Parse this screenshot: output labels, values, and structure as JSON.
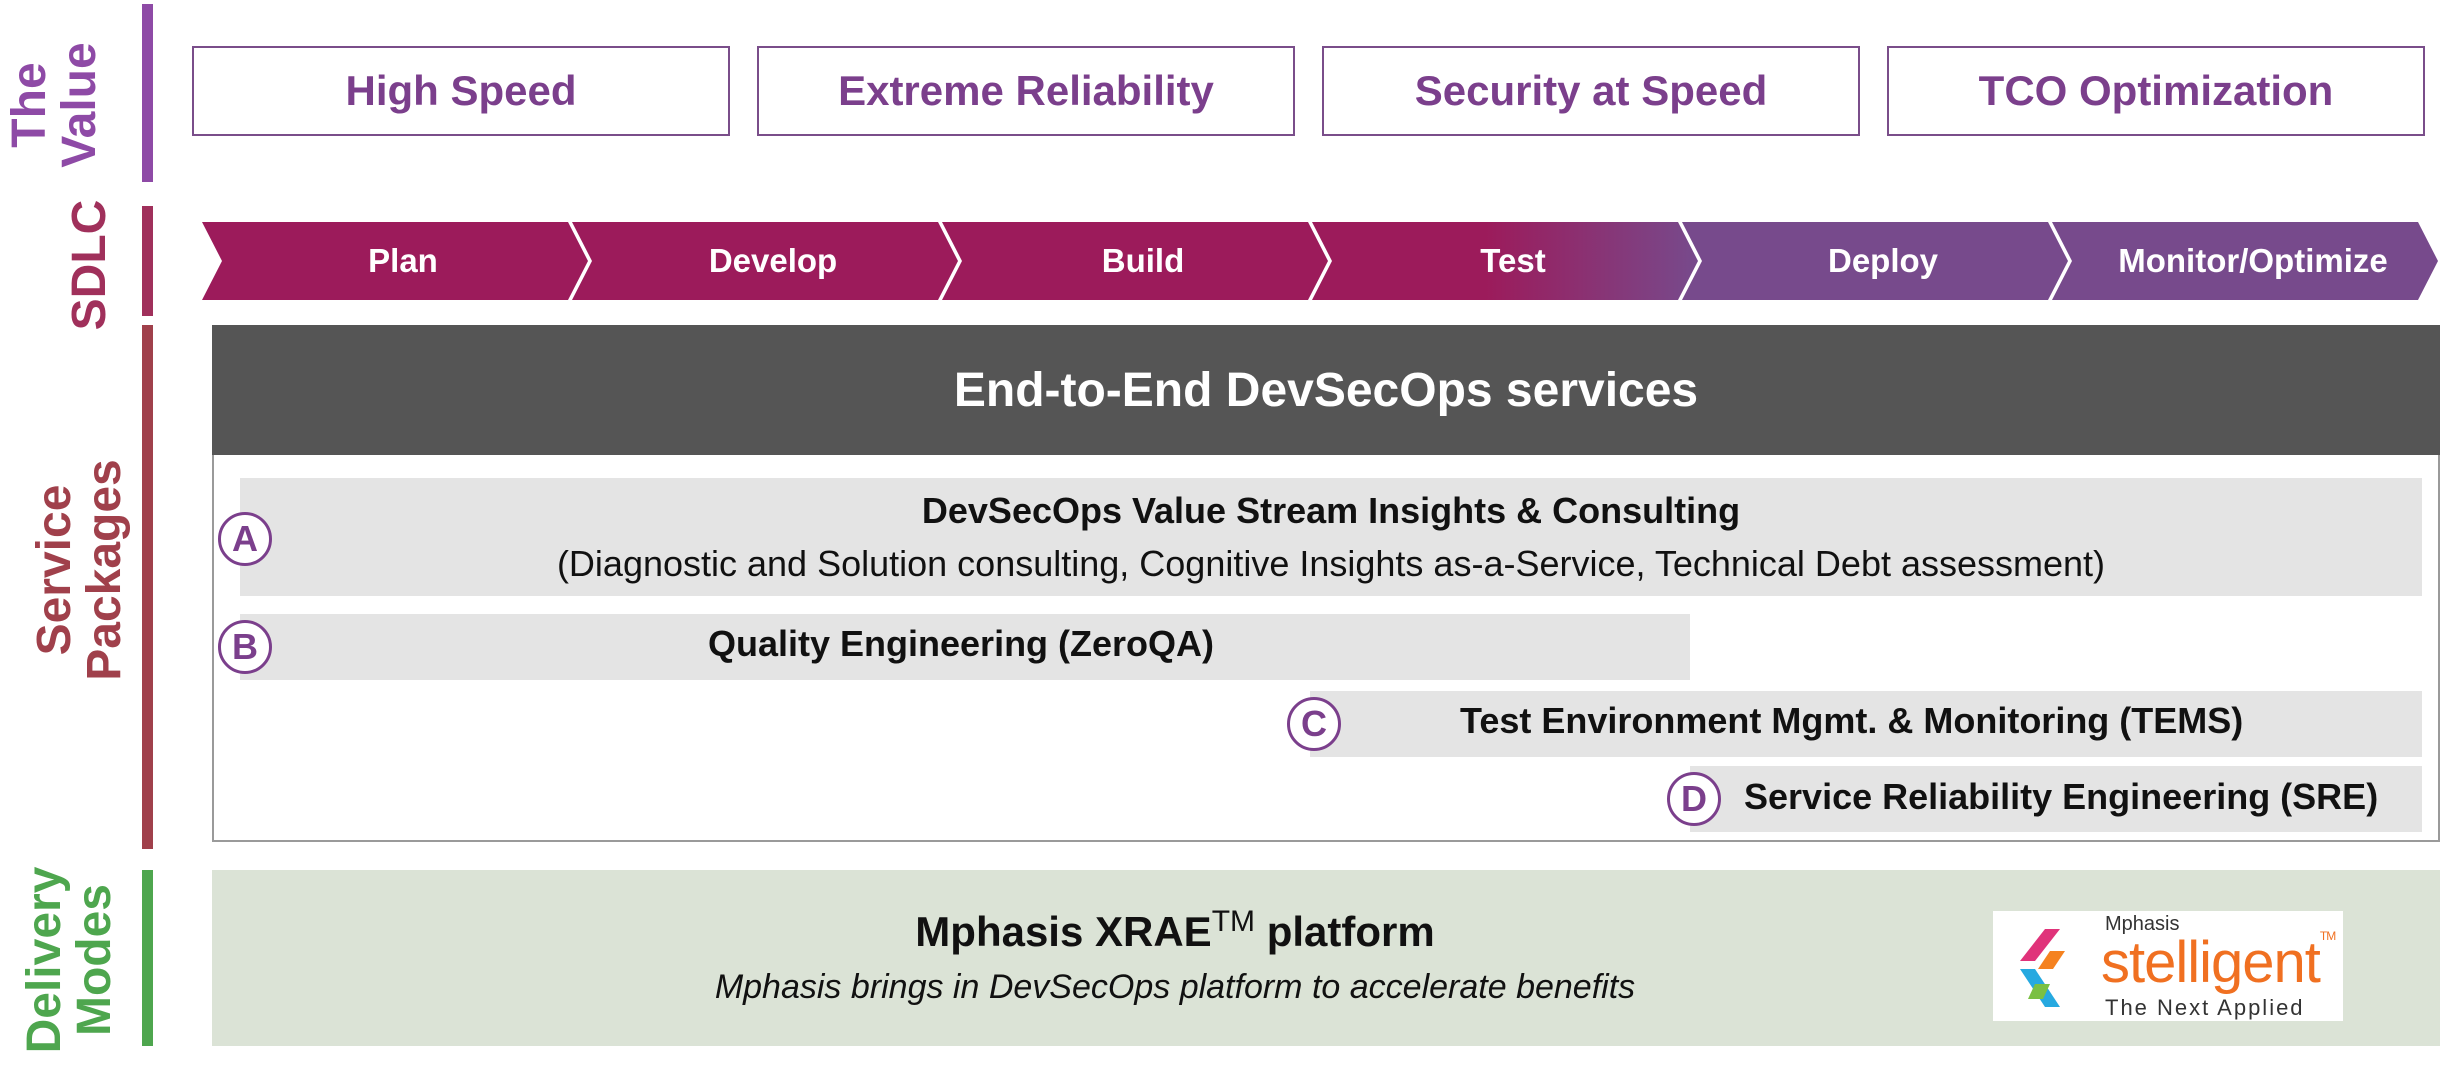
{
  "rows": {
    "value_label": [
      "The",
      "Value"
    ],
    "sdlc_label": "SDLC",
    "service_label": [
      "Service",
      "Packages"
    ],
    "delivery_label": [
      "Delivery",
      "Modes"
    ]
  },
  "values": [
    "High Speed",
    "Extreme Reliability",
    "Security at Speed",
    "TCO Optimization"
  ],
  "sdlc": [
    "Plan",
    "Develop",
    "Build",
    "Test",
    "Deploy",
    "Monitor/Optimize"
  ],
  "services": {
    "header": "End-to-End DevSecOps services",
    "a": {
      "letter": "A",
      "title": "DevSecOps Value Stream Insights & Consulting",
      "subtitle": "(Diagnostic and Solution consulting, Cognitive Insights as-a-Service, Technical Debt assessment)"
    },
    "b": {
      "letter": "B",
      "title": "Quality Engineering (ZeroQA)"
    },
    "c": {
      "letter": "C",
      "title": "Test Environment Mgmt. & Monitoring (TEMS)"
    },
    "d": {
      "letter": "D",
      "title": "Service Reliability Engineering (SRE)"
    }
  },
  "delivery": {
    "title": "Mphasis XRAE",
    "trademark": "TM",
    "title_suffix": " platform",
    "subtitle": "Mphasis brings in DevSecOps platform to accelerate benefits",
    "logo": {
      "company": "Mphasis",
      "brand": "stelligent",
      "tm": "TM",
      "tagline": "The Next Applied"
    }
  },
  "colors": {
    "purple": "#7b3f8c",
    "magenta": "#9c1b5b",
    "deploy_purple": "#774a8c",
    "crimson": "#a0404b",
    "green": "#4ea64e",
    "dark_header": "#555555",
    "bar_gray": "#e4e4e4",
    "delivery_bg": "#dbe3d6"
  }
}
